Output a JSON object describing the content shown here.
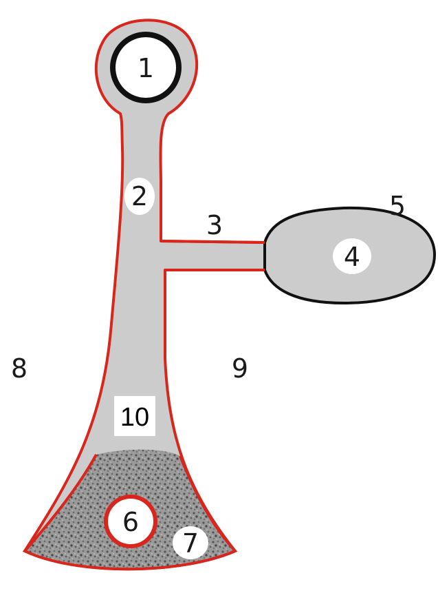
{
  "labels": {
    "l1": "1",
    "l2": "2",
    "l3": "3",
    "l4": "4",
    "l5": "5",
    "l6": "6",
    "l7": "7",
    "l8": "8",
    "l9": "9",
    "l10": "10"
  },
  "colors": {
    "outline_red": "#d8261c",
    "outline_black": "#111111",
    "fill_gray": "#cccccc",
    "speckle_dark": "#5a5a5a",
    "label_text": "#1a1a1a",
    "background": "#ffffff"
  }
}
